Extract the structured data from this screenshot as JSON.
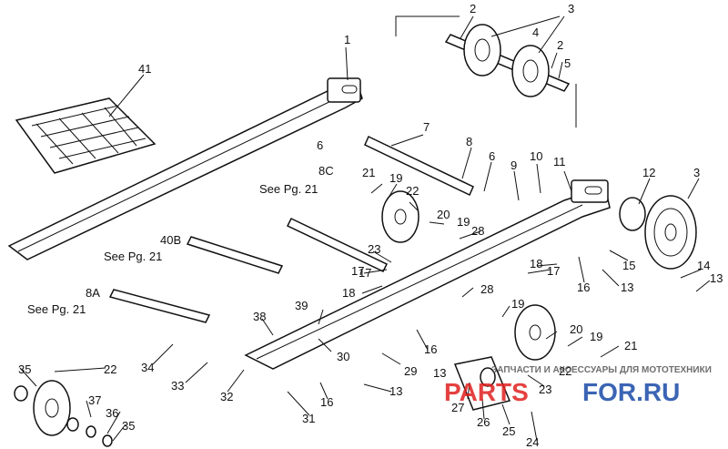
{
  "diagram": {
    "callouts": [
      "1",
      "2",
      "3",
      "4",
      "2",
      "5",
      "41",
      "7",
      "6",
      "8",
      "6",
      "9",
      "10",
      "11",
      "12",
      "3",
      "21",
      "19",
      "22",
      "20",
      "19",
      "28",
      "23",
      "17",
      "18",
      "17",
      "18",
      "17",
      "15",
      "16",
      "13",
      "14",
      "13",
      "28",
      "19",
      "39",
      "38",
      "20",
      "19",
      "21",
      "34",
      "33",
      "32",
      "30",
      "29",
      "16",
      "13",
      "31",
      "27",
      "26",
      "25",
      "23",
      "24",
      "22",
      "35",
      "37",
      "36",
      "35",
      "22",
      "13",
      "16"
    ],
    "see_refs": [
      {
        "num": "8C",
        "text": "See Pg. 21"
      },
      {
        "num": "40B",
        "text": "See Pg. 21"
      },
      {
        "num": "8A",
        "text": "See Pg. 21"
      }
    ]
  },
  "watermark": {
    "top": "ЗАПЧАСТИ И АКСЕССУАРЫ ДЛЯ МОТОТЕХНИКИ",
    "left": "PARTS",
    "right": "FOR.RU",
    "color_red": "#e0201f",
    "color_blue": "#1a4aa8"
  }
}
